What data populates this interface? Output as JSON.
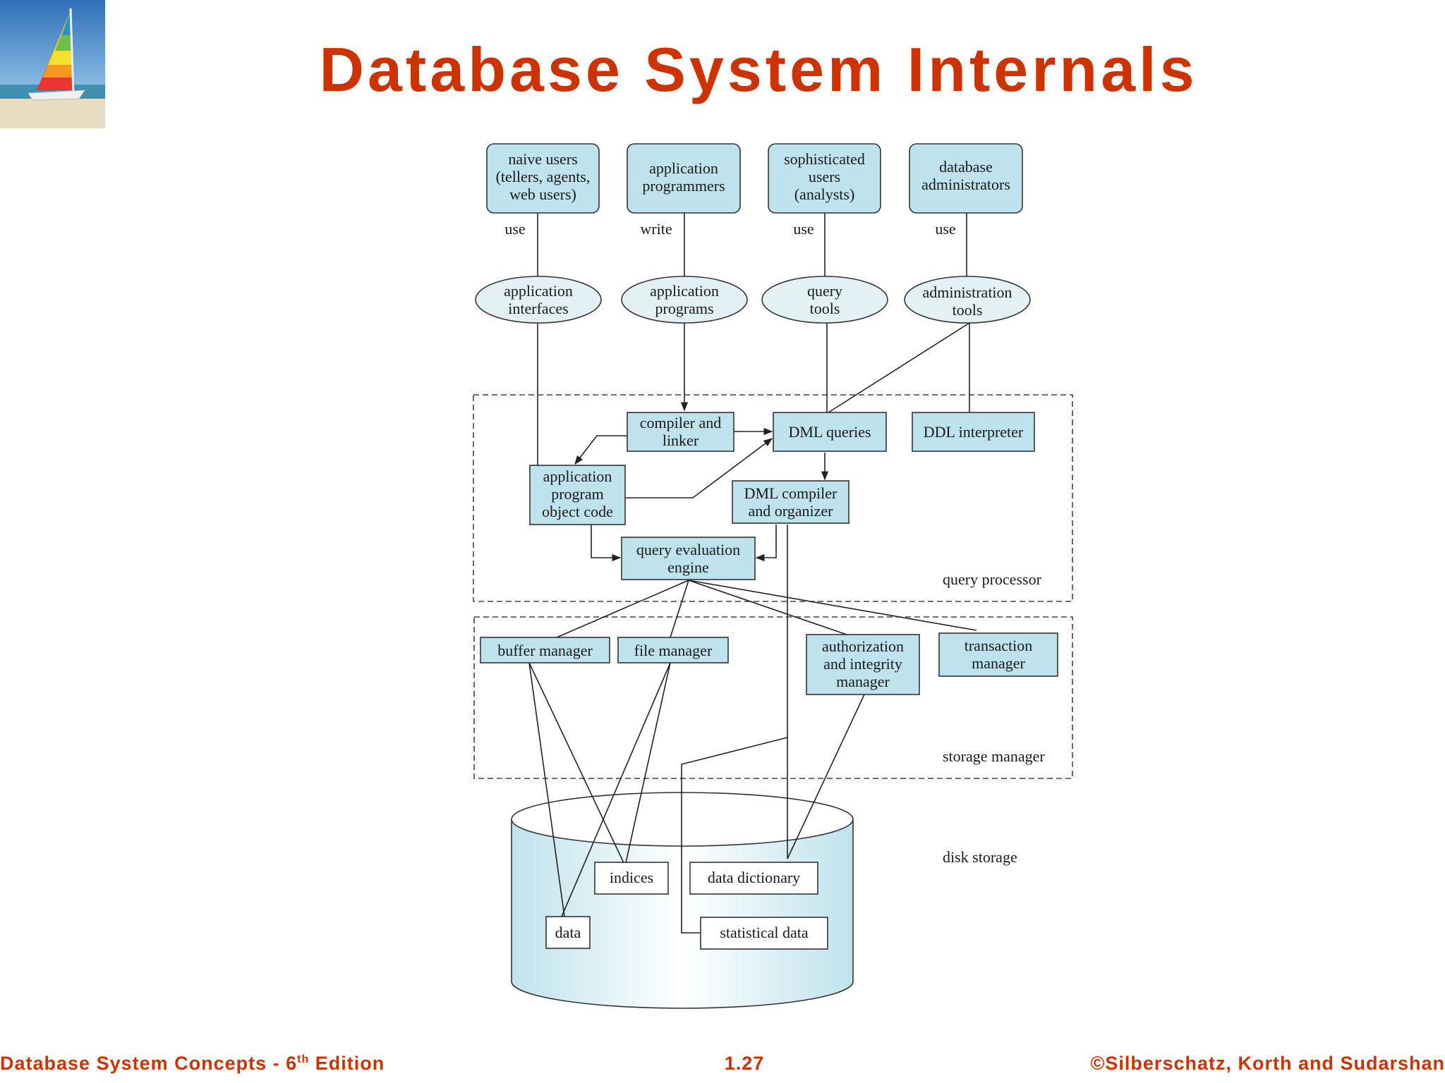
{
  "title": "Database System Internals",
  "footer": {
    "left_pre": "Database System Concepts - 6",
    "left_sup": "th",
    "left_post": " Edition",
    "center": "1.27",
    "right": "©Silberschatz, Korth and Sudarshan"
  },
  "users": [
    [
      "naive users",
      "(tellers, agents,",
      "web users)"
    ],
    [
      "application",
      "programmers"
    ],
    [
      "sophisticated",
      "users",
      "(analysts)"
    ],
    [
      "database",
      "administrators"
    ]
  ],
  "verbs": [
    "use",
    "write",
    "use",
    "use"
  ],
  "tools": [
    [
      "application",
      "interfaces"
    ],
    [
      "application",
      "programs"
    ],
    [
      "query",
      "tools"
    ],
    [
      "administration",
      "tools"
    ]
  ],
  "query_processor": {
    "label": "query processor",
    "compiler_linker": [
      "compiler and",
      "linker"
    ],
    "dml_queries": "DML queries",
    "ddl_interpreter": "DDL interpreter",
    "object_code": [
      "application",
      "program",
      "object code"
    ],
    "dml_compiler": [
      "DML compiler",
      "and organizer"
    ],
    "query_engine": [
      "query evaluation",
      "engine"
    ]
  },
  "storage_manager": {
    "label": "storage manager",
    "buffer_manager": "buffer manager",
    "file_manager": "file manager",
    "authorization": [
      "authorization",
      "and integrity",
      "manager"
    ],
    "transaction": [
      "transaction",
      "manager"
    ]
  },
  "disk_storage": {
    "label": "disk storage",
    "indices": "indices",
    "data_dictionary": "data dictionary",
    "data": "data",
    "statistical_data": "statistical data"
  },
  "colors": {
    "title": "#cc3300",
    "box_fill": "#bfe3ec",
    "ellipse_fill": "#e3f1f5"
  },
  "logo_icon": "sailboat-logo-icon"
}
